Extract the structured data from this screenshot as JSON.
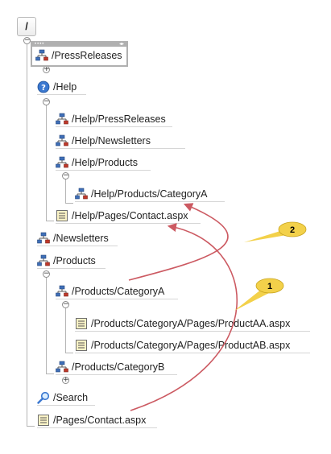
{
  "root": {
    "label": "/"
  },
  "nodes": {
    "press_releases": "/PressReleases",
    "help": "/Help",
    "help_press_releases": "/Help/PressReleases",
    "help_newsletters": "/Help/Newsletters",
    "help_products": "/Help/Products",
    "help_products_category_a": "/Help/Products/CategoryA",
    "help_pages_contact": "/Help/Pages/Contact.aspx",
    "newsletters": "/Newsletters",
    "products": "/Products",
    "products_category_a": "/Products/CategoryA",
    "product_aa": "/Products/CategoryA/Pages/ProductAA.aspx",
    "product_ab": "/Products/CategoryA/Pages/ProductAB.aspx",
    "products_category_b": "/Products/CategoryB",
    "search": "/Search",
    "pages_contact": "/Pages/Contact.aspx"
  },
  "toggles": {
    "expand": "+",
    "collapse": "−"
  },
  "callouts": {
    "first": "1",
    "second": "2"
  },
  "colors": {
    "arrow": "#cc5a62",
    "callout_fill": "#f3d14a",
    "callout_stroke": "#c9a520",
    "tree_line": "#b5b5b5"
  },
  "icons": {
    "site_map": "sitemap-icon",
    "help": "help-icon",
    "search": "search-icon",
    "page": "page-icon"
  }
}
